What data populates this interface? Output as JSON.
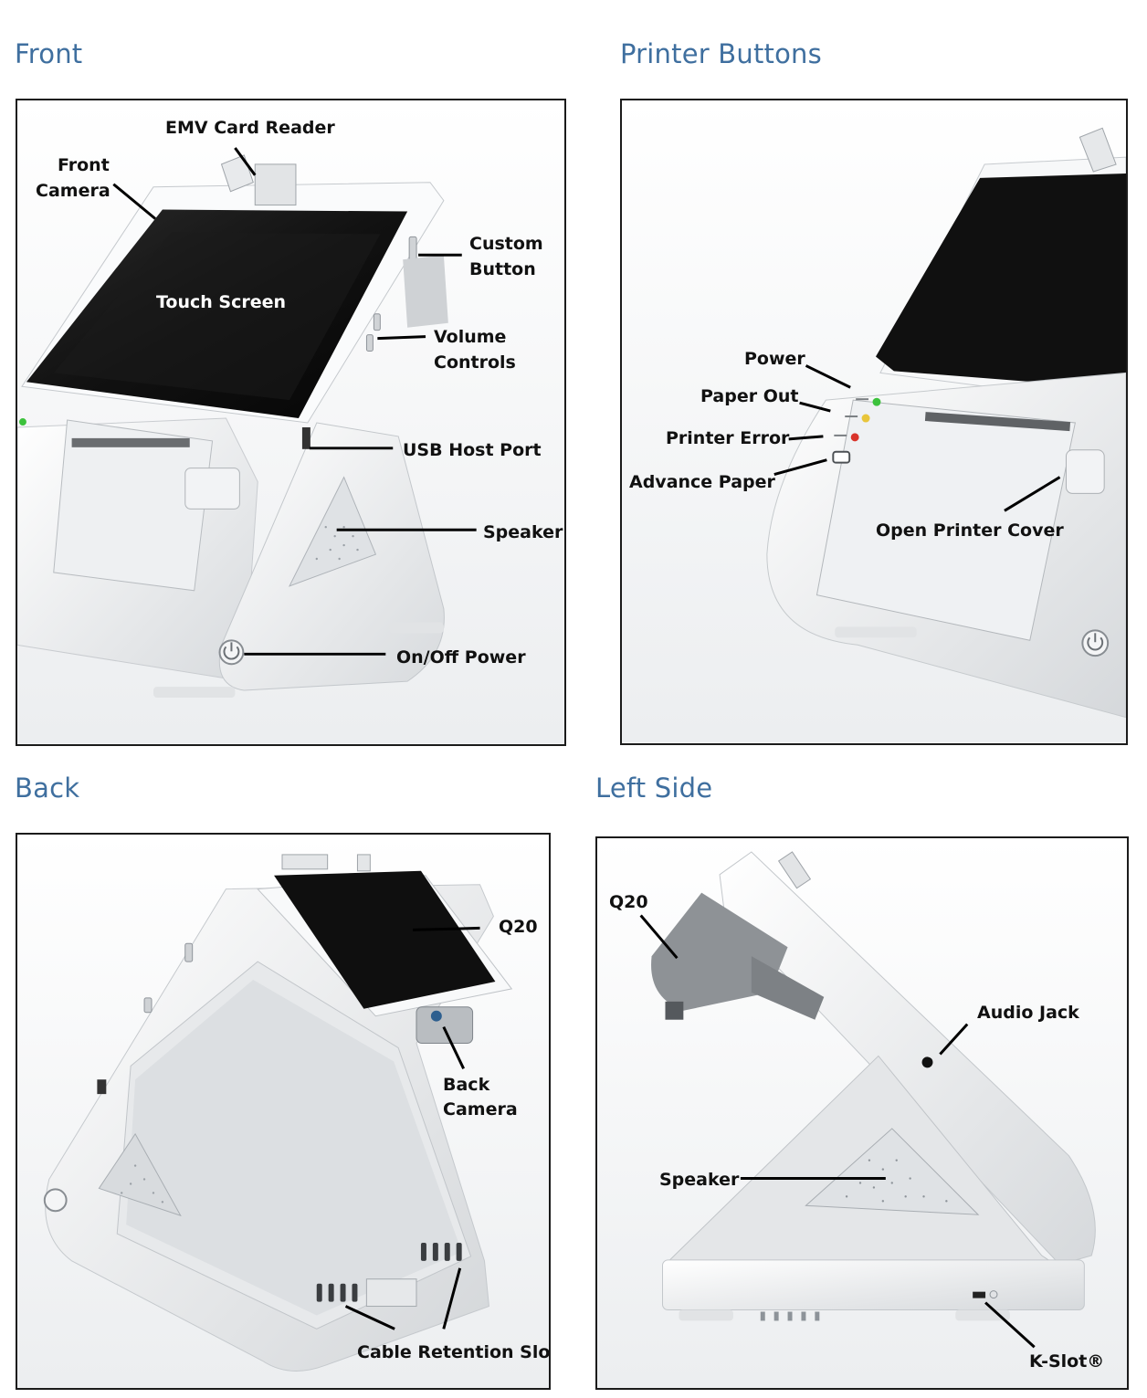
{
  "sections": {
    "front": {
      "title": "Front",
      "labels": {
        "emv_card_reader": "EMV Card Reader",
        "front_camera_1": "Front",
        "front_camera_2": "Camera",
        "custom_button_1": "Custom",
        "custom_button_2": "Button",
        "touch_screen": "Touch Screen",
        "volume_controls_1": "Volume",
        "volume_controls_2": "Controls",
        "usb_host_port": "USB Host Port",
        "speaker": "Speaker",
        "on_off_power": "On/Off Power"
      }
    },
    "printer_buttons": {
      "title": "Printer Buttons",
      "labels": {
        "power": "Power",
        "paper_out": "Paper Out",
        "printer_error": "Printer Error",
        "advance_paper": "Advance Paper",
        "open_printer_cover": "Open Printer Cover"
      }
    },
    "back": {
      "title": "Back",
      "labels": {
        "q20": "Q20",
        "back_camera_1": "Back",
        "back_camera_2": "Camera",
        "cable_retention_slots": "Cable Retention Slots"
      }
    },
    "left_side": {
      "title": "Left Side",
      "labels": {
        "q20": "Q20",
        "audio_jack": "Audio Jack",
        "speaker": "Speaker",
        "k_slot": "K-Slot®"
      }
    }
  },
  "colors": {
    "section_title": "#3f6f9f",
    "led_power": "#3cc23c",
    "led_paper_out": "#e8c53a",
    "led_error": "#d9342b"
  }
}
